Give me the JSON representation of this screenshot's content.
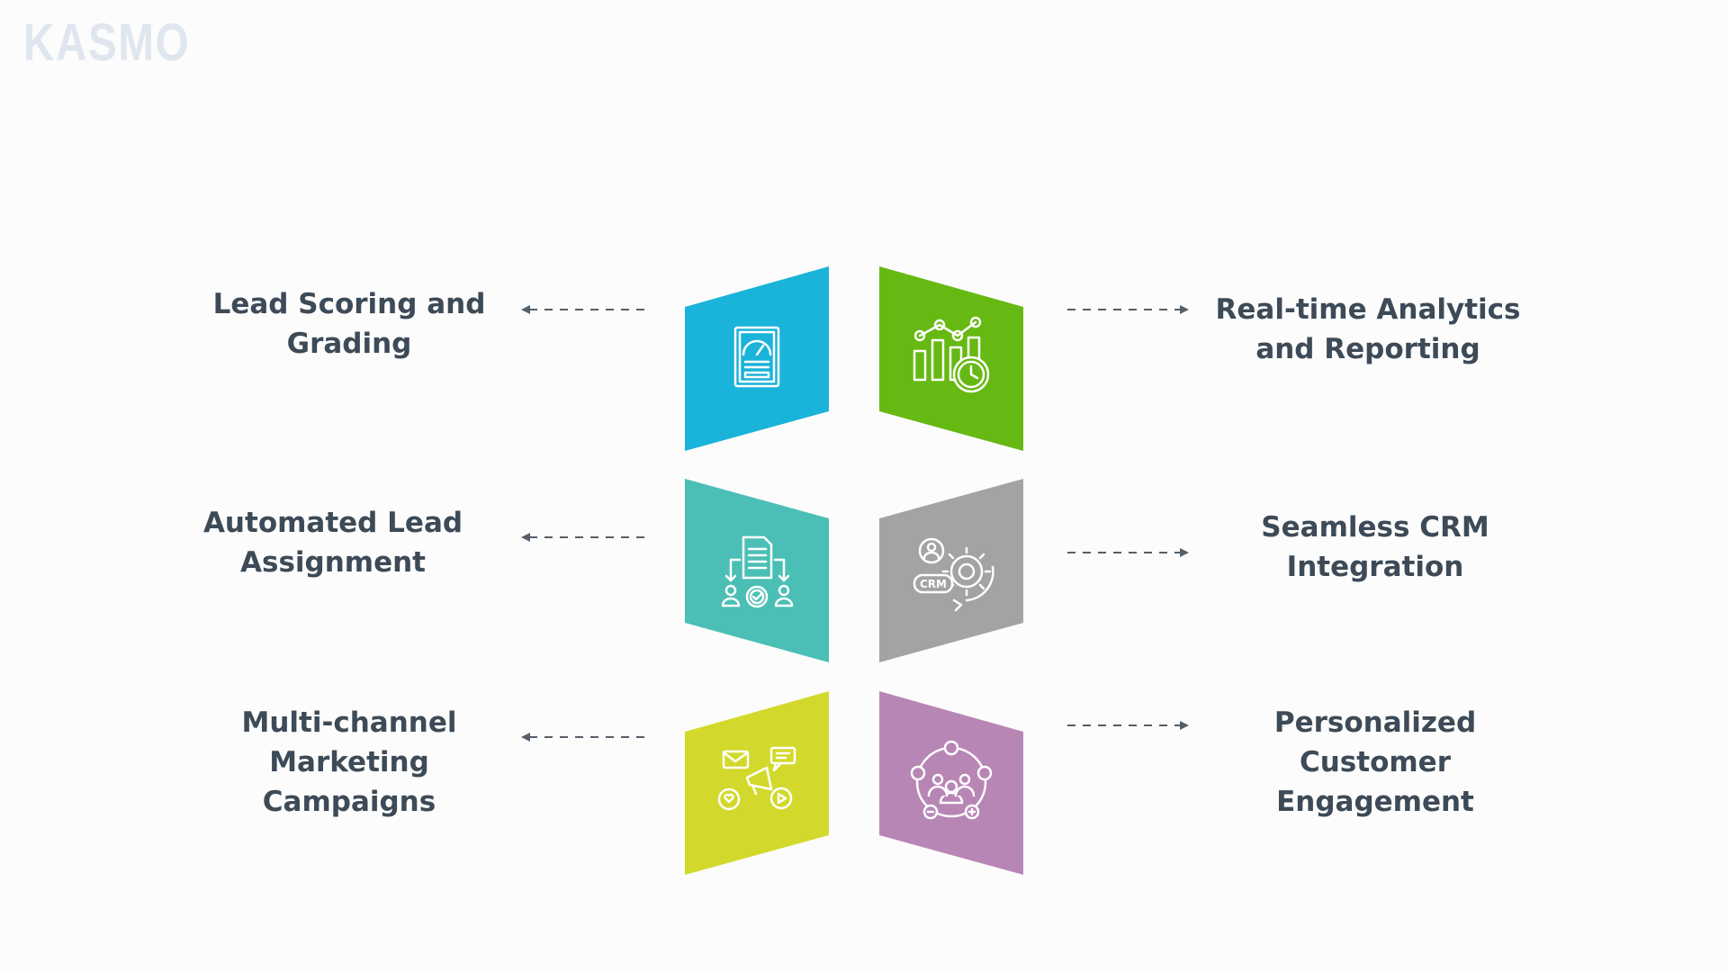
{
  "logo": "KASMO",
  "colors": {
    "text": "#3d4a57",
    "connector": "#555f69",
    "logo": "#dfe6ef"
  },
  "features": [
    {
      "label": "Lead Scoring and\nGrading",
      "color": "#1ab3d9",
      "icon": "scorecard-icon",
      "side": "left"
    },
    {
      "label": "Real-time Analytics\nand Reporting",
      "color": "#66b912",
      "icon": "analytics-clock-icon",
      "side": "right"
    },
    {
      "label": "Automated Lead\nAssignment",
      "color": "#4bbfb5",
      "icon": "lead-assignment-icon",
      "side": "left"
    },
    {
      "label": "Seamless CRM\nIntegration",
      "color": "#a3a3a3",
      "icon": "crm-gear-icon",
      "side": "right"
    },
    {
      "label": "Multi-channel\nMarketing\nCampaigns",
      "color": "#d2d92c",
      "icon": "megaphone-channels-icon",
      "side": "left"
    },
    {
      "label": "Personalized\nCustomer\nEngagement",
      "color": "#b886b5",
      "icon": "customer-network-icon",
      "side": "right"
    }
  ]
}
